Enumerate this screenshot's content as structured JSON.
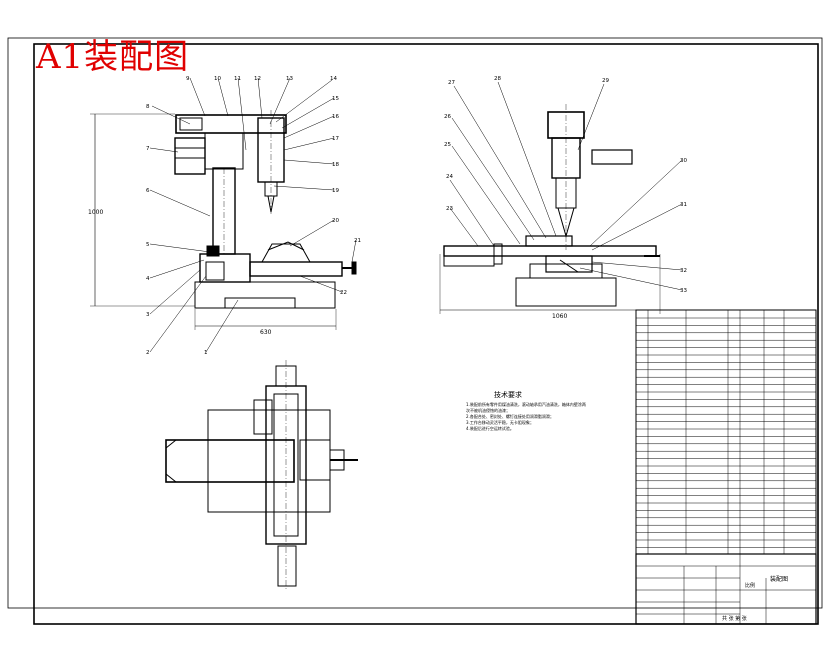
{
  "sheet": {
    "title_tag": "A1装配图"
  },
  "front_view": {
    "balloons": [
      "1",
      "2",
      "3",
      "4",
      "5",
      "6",
      "7",
      "8",
      "9",
      "10",
      "11",
      "12",
      "13",
      "14",
      "15",
      "16",
      "17",
      "18",
      "19",
      "20",
      "21",
      "22"
    ],
    "dimensions": {
      "height": "1000",
      "width": "630"
    }
  },
  "side_view": {
    "balloons": [
      "23",
      "24",
      "25",
      "26",
      "27",
      "28",
      "29",
      "30",
      "31",
      "32",
      "33"
    ],
    "dimensions": {
      "width": "1060"
    }
  },
  "technical_requirements": {
    "title": "技术要求",
    "lines": [
      "1.装配前所有零件用煤油清洗，滚动轴承用汽油清洗，箱体内壁涂两",
      "次不被机油侵蚀的油漆；",
      "2.各配合处、密封处、螺钉连接处用润滑脂润滑；",
      "3.工作台移动灵活平稳，无卡阻现象；",
      "4.装配后进行空运转试验。"
    ]
  },
  "title_block": {
    "drawing_name": "装配图",
    "scale_label": "比例",
    "sheet_label": "共 张 第 张"
  }
}
